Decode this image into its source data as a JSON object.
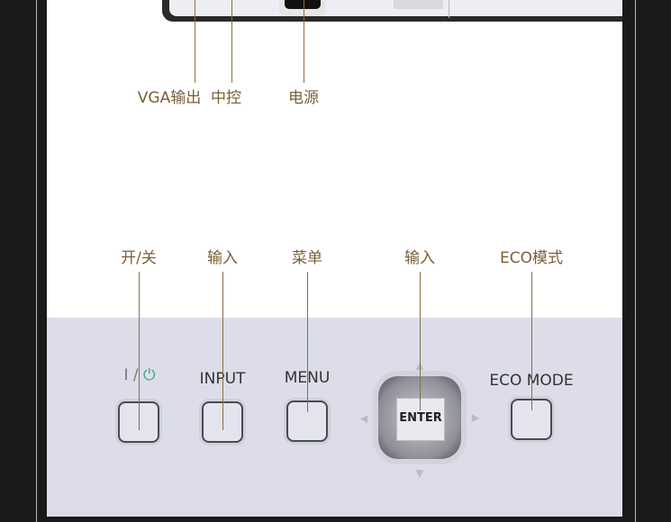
{
  "rear_ports": {
    "labels": [
      "VGA输出",
      "中控",
      "电源"
    ]
  },
  "control_callouts": [
    "开/关",
    "输入",
    "菜单",
    "输入",
    "ECO模式"
  ],
  "panel": {
    "power_label": "I /",
    "input_label": "INPUT",
    "menu_label": "MENU",
    "enter_label": "ENTER",
    "eco_label": "ECO MODE"
  },
  "colors": {
    "callout": "#7a5f36",
    "power_icon": "#3aa37a",
    "panel": "#dcdde9"
  }
}
